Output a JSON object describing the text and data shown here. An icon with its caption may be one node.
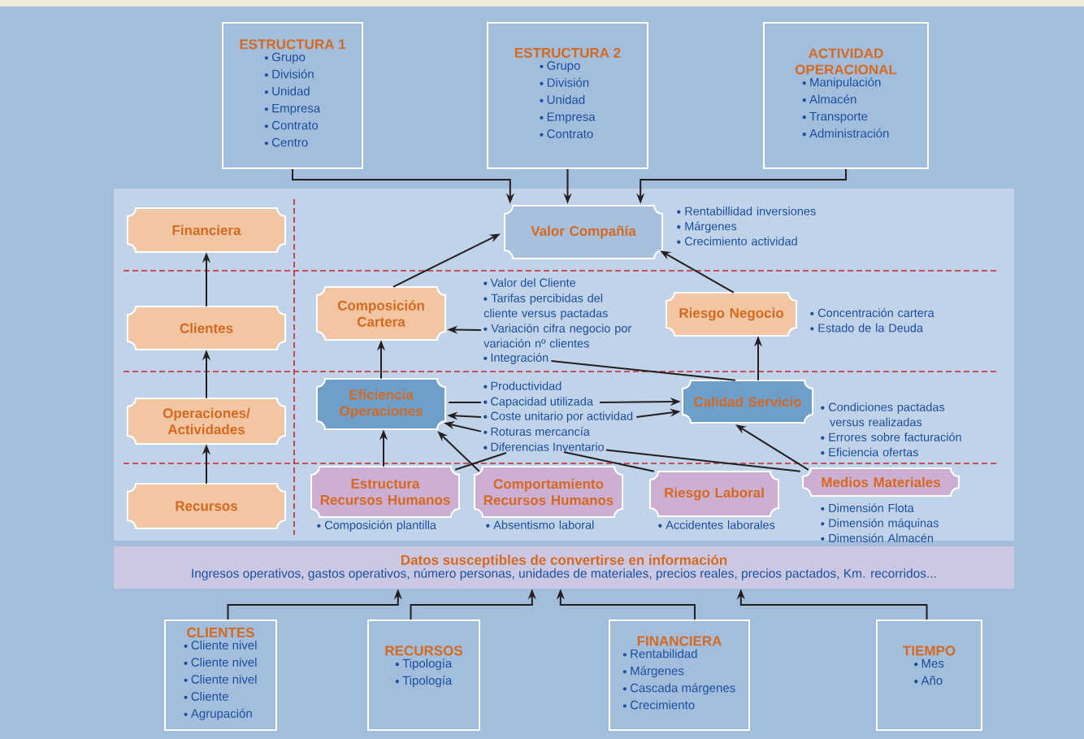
{
  "diagram": {
    "nodes": [
      {
        "text": [
          "ESTRUCTURA 1",
          "Grupo",
          "División",
          "Unidad",
          "Empresa",
          "Contrato",
          "Centro"
        ]
      },
      {
        "text": [
          "ESTRUCTURA 2",
          "Grupo",
          "División",
          "Unidad",
          "Empresa",
          "Contrato"
        ]
      },
      {
        "text": [
          "ACTIVIDAD OPERACIONAL",
          "Manipulación",
          "Almacén",
          "Transporte",
          "Administración"
        ]
      },
      {
        "text": [
          "Financiera"
        ]
      },
      {
        "text": [
          "Clientes"
        ]
      },
      {
        "text": [
          "Operaciones/ Actividades"
        ]
      },
      {
        "text": [
          "Recursos"
        ]
      },
      {
        "text": [
          "Valor Compañía"
        ],
        "beside": [
          "Rentabillidad inversiones",
          "Márgenes",
          "Crecimiento actividad"
        ]
      },
      {
        "text": [
          "Composición Cartera"
        ]
      },
      {
        "text": [
          "Valor del Cliente"
        ]
      },
      {
        "text": [
          "Tarifas percibidas del cliente versus pactadas"
        ]
      },
      {
        "text": [
          "Variación cifra negocio por variación nº clientes"
        ]
      },
      {
        "text": [
          "Integración"
        ]
      },
      {
        "text": [
          "Riesgo Negocio"
        ],
        "beside": [
          "Concentración cartera",
          "Estado de la Deuda"
        ]
      },
      {
        "text": [
          "Eficiencia Operaciones"
        ]
      },
      {
        "text": [
          "Productividad"
        ]
      },
      {
        "text": [
          "Capacidad utilizada"
        ]
      },
      {
        "text": [
          "Coste unitario por actividad"
        ]
      },
      {
        "text": [
          "Roturas mercancía"
        ]
      },
      {
        "text": [
          "Diferencias Inventario"
        ]
      },
      {
        "text": [
          "Calidad Servicio"
        ],
        "beside": [
          "Condiciones pactadas versus realizadas",
          "Errores sobre facturación",
          "Eficiencia ofertas"
        ]
      },
      {
        "text": [
          "Estructura Recursos Humanos"
        ],
        "beside": [
          "Composición plantilla"
        ]
      },
      {
        "text": [
          "Comportamiento Recursos Humanos"
        ],
        "beside": [
          "Absentismo laboral"
        ]
      },
      {
        "text": [
          "Riesgo Laboral"
        ],
        "beside": [
          "Accidentes laborales"
        ]
      },
      {
        "text": [
          "Medios Materiales"
        ],
        "beside": [
          "Dimensión Flota",
          "Dimensión máquinas",
          "Dimensión Almacén"
        ]
      },
      {
        "text": [
          "Datos susceptibles de convertirse en información",
          "Ingresos operativos, gastos operativos, número personas, unidades de materiales, precios reales, precios pactados, Km. recorridos..."
        ]
      },
      {
        "text": [
          "CLIENTES",
          "Cliente nivel",
          "Cliente nivel",
          "Cliente nivel",
          "Cliente",
          "Agrupación"
        ]
      },
      {
        "text": [
          "RECURSOS",
          "Tipología",
          "Tipología"
        ]
      },
      {
        "text": [
          "FINANCIERA",
          "Rentabilidad",
          "Márgenes",
          "Cascada márgenes",
          "Crecimiento"
        ]
      },
      {
        "text": [
          "TIEMPO",
          "Mes",
          "Año"
        ]
      }
    ],
    "edges": [
      {
        "from": 0,
        "to": 7,
        "arrow": "to"
      },
      {
        "from": 1,
        "to": 7,
        "arrow": "to"
      },
      {
        "from": 2,
        "to": 7,
        "arrow": "to"
      },
      {
        "from": 6,
        "to": 5,
        "arrow": "to"
      },
      {
        "from": 5,
        "to": 4,
        "arrow": "to"
      },
      {
        "from": 4,
        "to": 3,
        "arrow": "to"
      },
      {
        "from": 8,
        "to": 7,
        "arrow": "to"
      },
      {
        "from": 13,
        "to": 7,
        "arrow": "to"
      },
      {
        "from": 14,
        "to": 8,
        "arrow": "to"
      },
      {
        "from": 20,
        "to": 13,
        "arrow": "to"
      },
      {
        "from": 21,
        "to": 14,
        "arrow": "to"
      },
      {
        "from": 22,
        "to": 14,
        "arrow": "to"
      },
      {
        "from": 24,
        "to": 20,
        "arrow": "to"
      },
      {
        "from": 11,
        "to": 8,
        "arrow": "to"
      },
      {
        "from": 20,
        "to": 12,
        "arrow": "none"
      },
      {
        "from": 14,
        "to": 16,
        "arrow": "none"
      },
      {
        "from": 17,
        "to": 14,
        "arrow": "to"
      },
      {
        "from": 18,
        "to": 14,
        "arrow": "to"
      },
      {
        "from": 16,
        "to": 20,
        "arrow": "to"
      },
      {
        "from": 17,
        "to": 20,
        "arrow": "to"
      },
      {
        "from": 21,
        "to": 19,
        "arrow": "none"
      },
      {
        "from": 23,
        "to": 19,
        "arrow": "none"
      },
      {
        "from": 24,
        "to": 19,
        "arrow": "none"
      },
      {
        "from": 26,
        "to": 25,
        "arrow": "to"
      },
      {
        "from": 27,
        "to": 25,
        "arrow": "to"
      },
      {
        "from": 28,
        "to": 25,
        "arrow": "to"
      },
      {
        "from": 29,
        "to": 25,
        "arrow": "to"
      }
    ]
  }
}
